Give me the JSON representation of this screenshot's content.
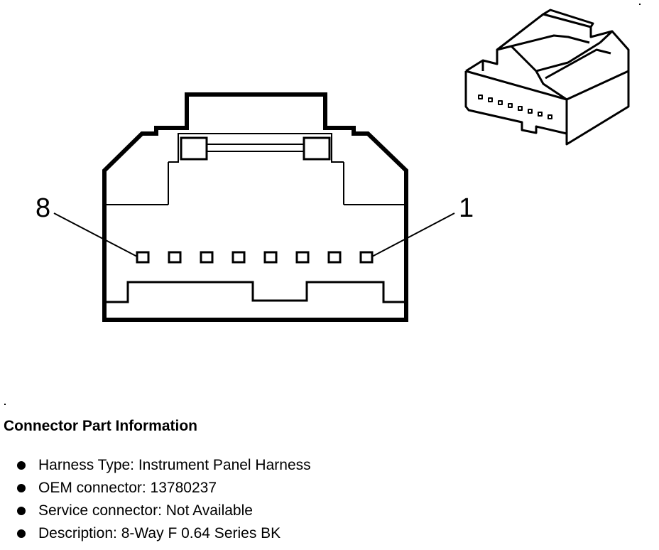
{
  "pins": {
    "left_label": "8",
    "right_label": "1",
    "count": 8
  },
  "info": {
    "title": "Connector Part Information",
    "items": [
      "Harness Type: Instrument Panel Harness",
      "OEM connector: 13780237",
      "Service connector: Not Available",
      "Description: 8-Way F 0.64 Series BK"
    ]
  },
  "colors": {
    "ink": "#000000",
    "paper": "#ffffff"
  }
}
